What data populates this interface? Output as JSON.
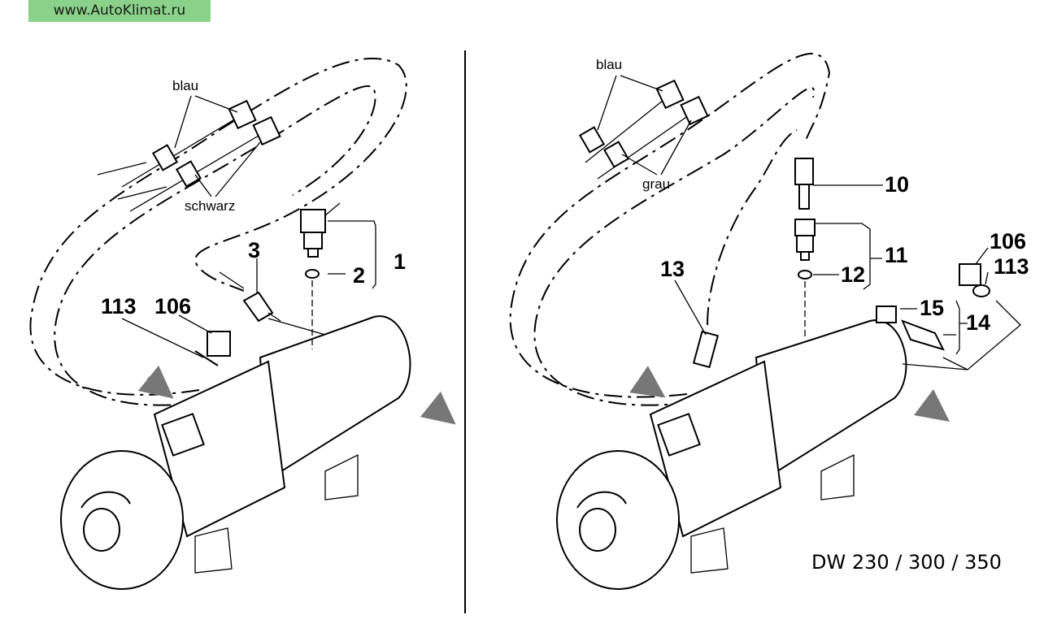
{
  "watermark": "www.AutoKlimat.ru",
  "model_label": "DW 230 / 300 / 350",
  "left_panel": {
    "wire_labels": {
      "blue": "blau",
      "black": "schwarz"
    },
    "callouts": {
      "c1": "1",
      "c2": "2",
      "c3": "3",
      "c113": "113",
      "c106": "106"
    }
  },
  "right_panel": {
    "wire_labels": {
      "blue": "blau",
      "grey": "grau"
    },
    "callouts": {
      "c10": "10",
      "c11": "11",
      "c12": "12",
      "c13": "13",
      "c106": "106",
      "c113": "113",
      "c15": "15",
      "c14": "14"
    }
  }
}
